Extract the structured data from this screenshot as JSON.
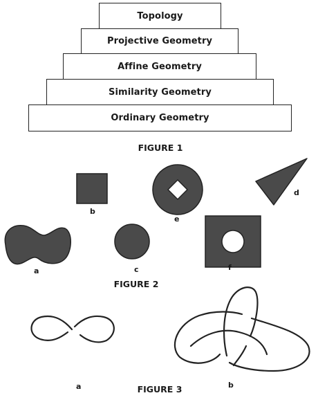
{
  "figure1": {
    "caption": "FIGURE 1",
    "tiers": [
      "Topology",
      "Projective Geometry",
      "Affine Geometry",
      "Similarity Geometry",
      "Ordinary Geometry"
    ]
  },
  "figure2": {
    "caption": "FIGURE 2",
    "labels": {
      "a": "a",
      "b": "b",
      "c": "c",
      "d": "d",
      "e": "e",
      "f": "f"
    }
  },
  "figure3": {
    "caption": "FIGURE 3",
    "labels": {
      "a": "a",
      "b": "b"
    }
  },
  "colors": {
    "ink": "#222222",
    "fill": "#4a4a4a"
  }
}
